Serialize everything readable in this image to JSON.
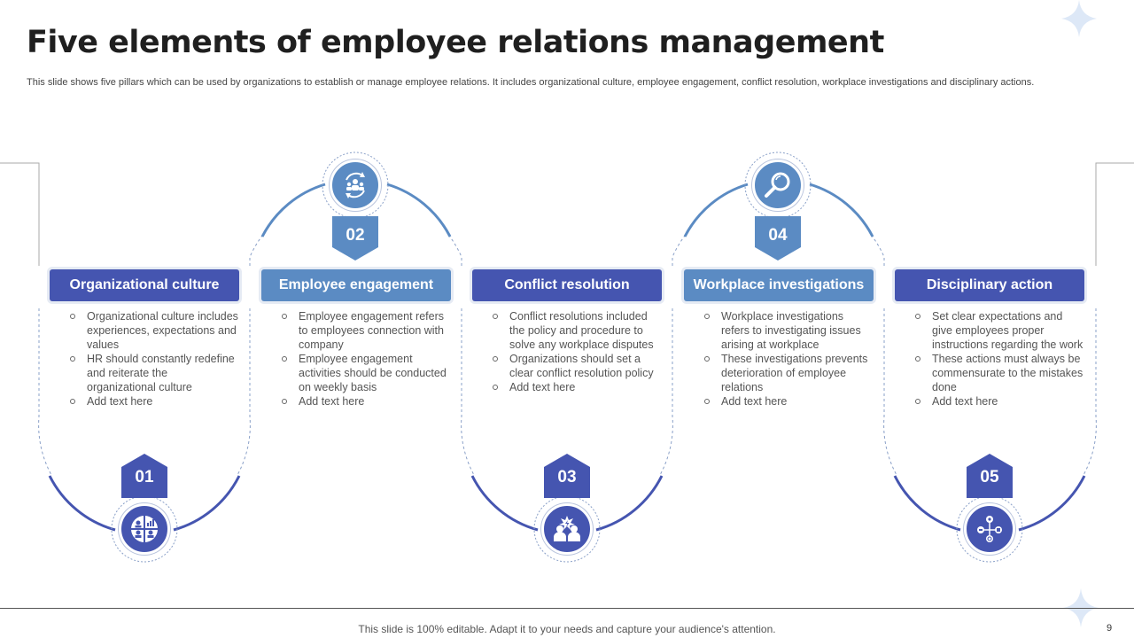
{
  "title": "Five elements of employee relations management",
  "subtitle": "This slide shows five pillars which can be used by organizations to establish or manage employee relations. It includes organizational culture, employee engagement, conflict resolution, workplace investigations and disciplinary actions.",
  "colors": {
    "dark": "#4555b0",
    "light": "#5b8bc3"
  },
  "elements": [
    {
      "number": "01",
      "label": "Organizational culture",
      "icon": "team-dashboard-icon",
      "bullets": [
        "Organizational culture includes experiences, expectations and values",
        "HR should constantly redefine and reiterate the organizational culture",
        "Add text here"
      ]
    },
    {
      "number": "02",
      "label": "Employee engagement",
      "icon": "team-cycle-icon",
      "bullets": [
        "Employee engagement refers to employees connection with company",
        "Employee engagement activities should be conducted on weekly basis",
        "Add text here"
      ]
    },
    {
      "number": "03",
      "label": "Conflict resolution",
      "icon": "conflict-people-icon",
      "bullets": [
        "Conflict resolutions included the policy and procedure to solve any workplace disputes",
        "Organizations should set a clear conflict resolution policy",
        "Add text here"
      ]
    },
    {
      "number": "04",
      "label": "Workplace investigations",
      "icon": "magnifier-icon",
      "bullets": [
        "Workplace investigations refers to investigating issues arising at workplace",
        "These investigations prevents deterioration of employee relations",
        "Add text here"
      ]
    },
    {
      "number": "05",
      "label": "Disciplinary action",
      "icon": "process-flow-icon",
      "bullets": [
        "Set clear expectations and give employees proper instructions regarding the work",
        "These actions must always be commensurate to the mistakes done",
        "Add text here"
      ]
    }
  ],
  "footer": "This slide is 100% editable. Adapt it to your needs and capture your audience's attention.",
  "page_number": "9"
}
